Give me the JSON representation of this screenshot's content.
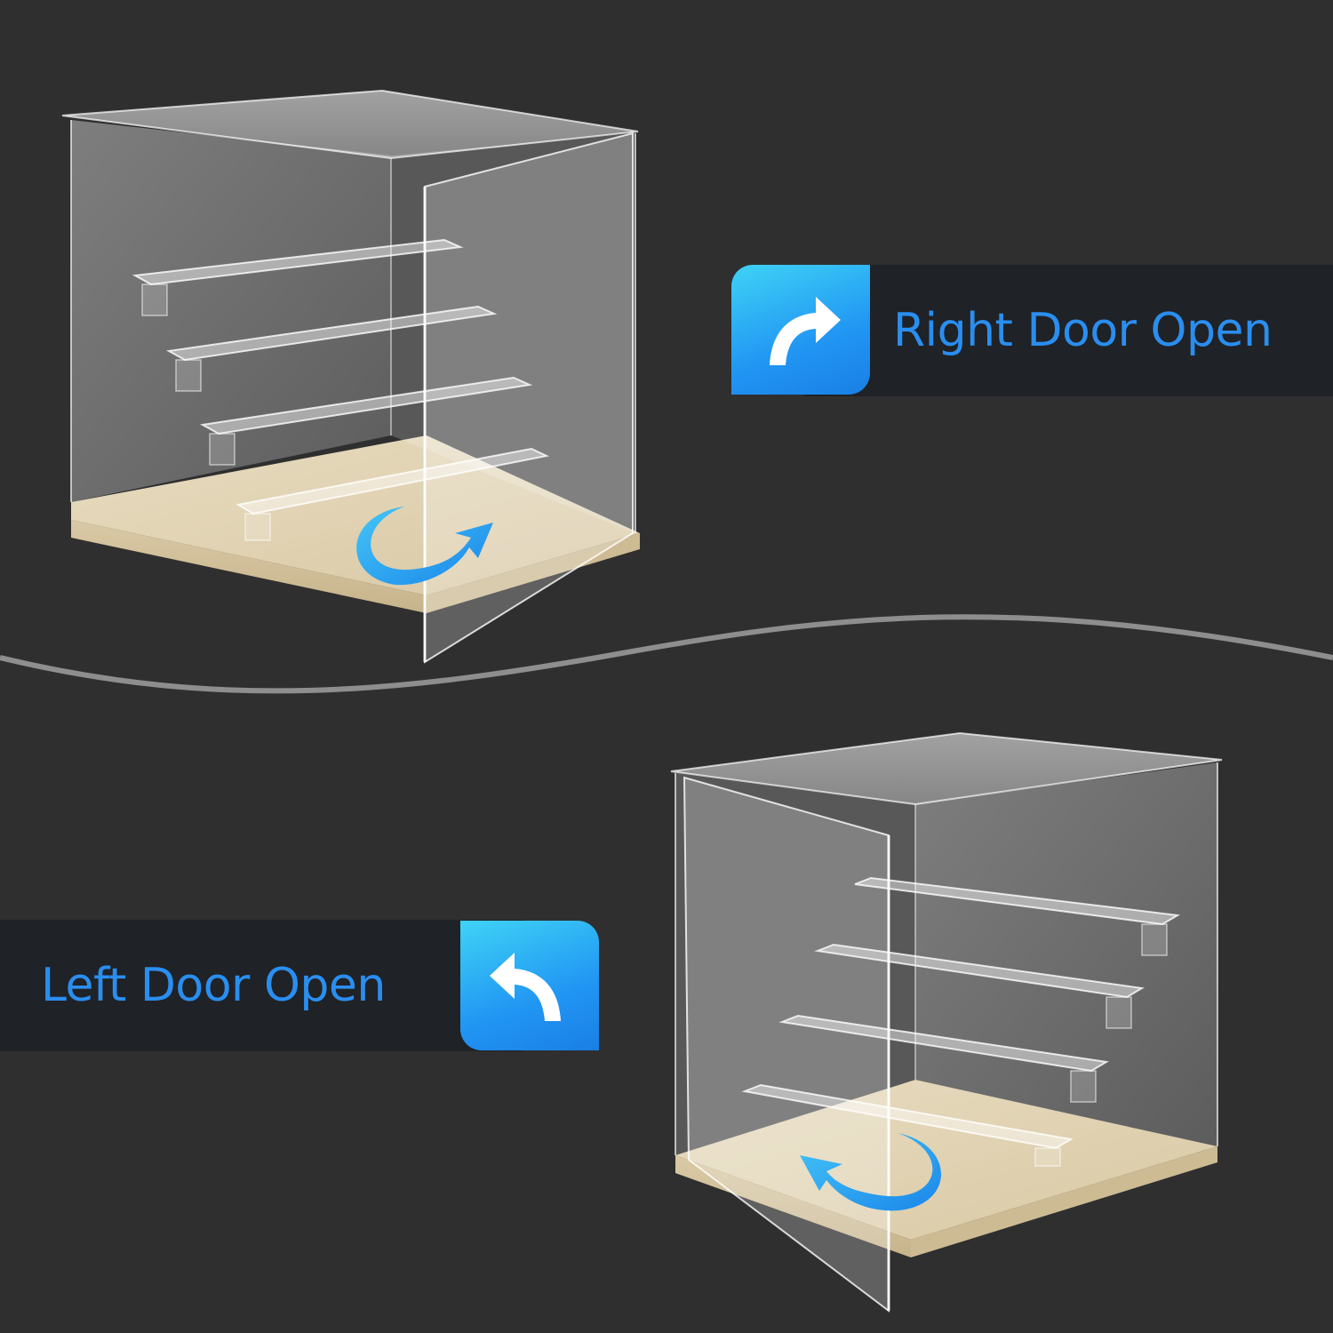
{
  "background_color": "#2f2f2f",
  "accent_color": "#2a8ef0",
  "banner_color": "#1f2226",
  "top_section": {
    "label": "Right Door Open",
    "icon": "curved-arrow-right-icon",
    "door_side": "right"
  },
  "bottom_section": {
    "label": "Left Door Open",
    "icon": "curved-arrow-left-icon",
    "door_side": "left"
  },
  "divider": "wave-line"
}
